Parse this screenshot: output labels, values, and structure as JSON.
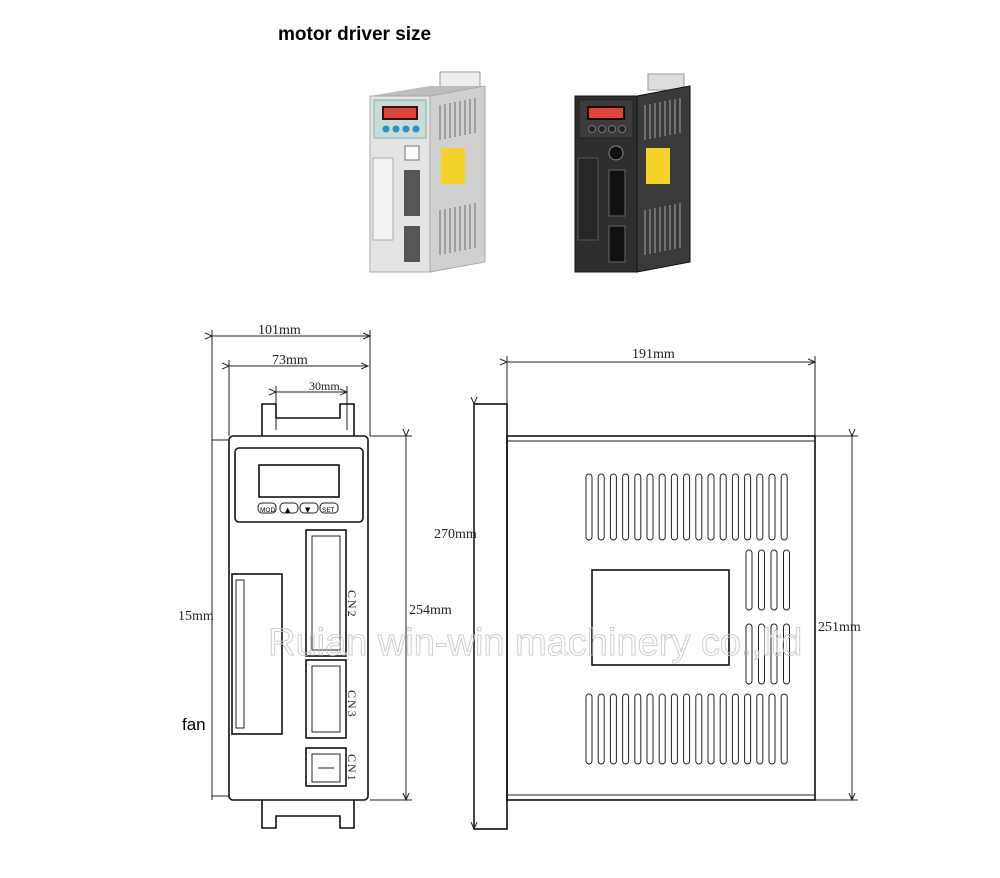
{
  "title": "motor driver size",
  "photos": {
    "left_model": {
      "body_color": "#dcdcdc",
      "display_color": "#e0443a"
    },
    "right_model": {
      "body_color": "#2e2e2e",
      "display_color": "#e0443a"
    }
  },
  "front_view": {
    "dim_overall_width": "101mm",
    "dim_inner_width": "73mm",
    "dim_bracket_width": "30mm",
    "dim_side": "15mm",
    "dim_height": "254mm",
    "fan_label": "fan",
    "buttons": [
      "MOD",
      "▲",
      "▼",
      "SET"
    ],
    "connector_labels": [
      "CN2",
      "CN3",
      "CN1"
    ]
  },
  "side_view": {
    "dim_depth": "191mm",
    "dim_total_height": "270mm",
    "dim_height": "251mm"
  },
  "watermark": "Ruian win-win machinery co.,ltd"
}
